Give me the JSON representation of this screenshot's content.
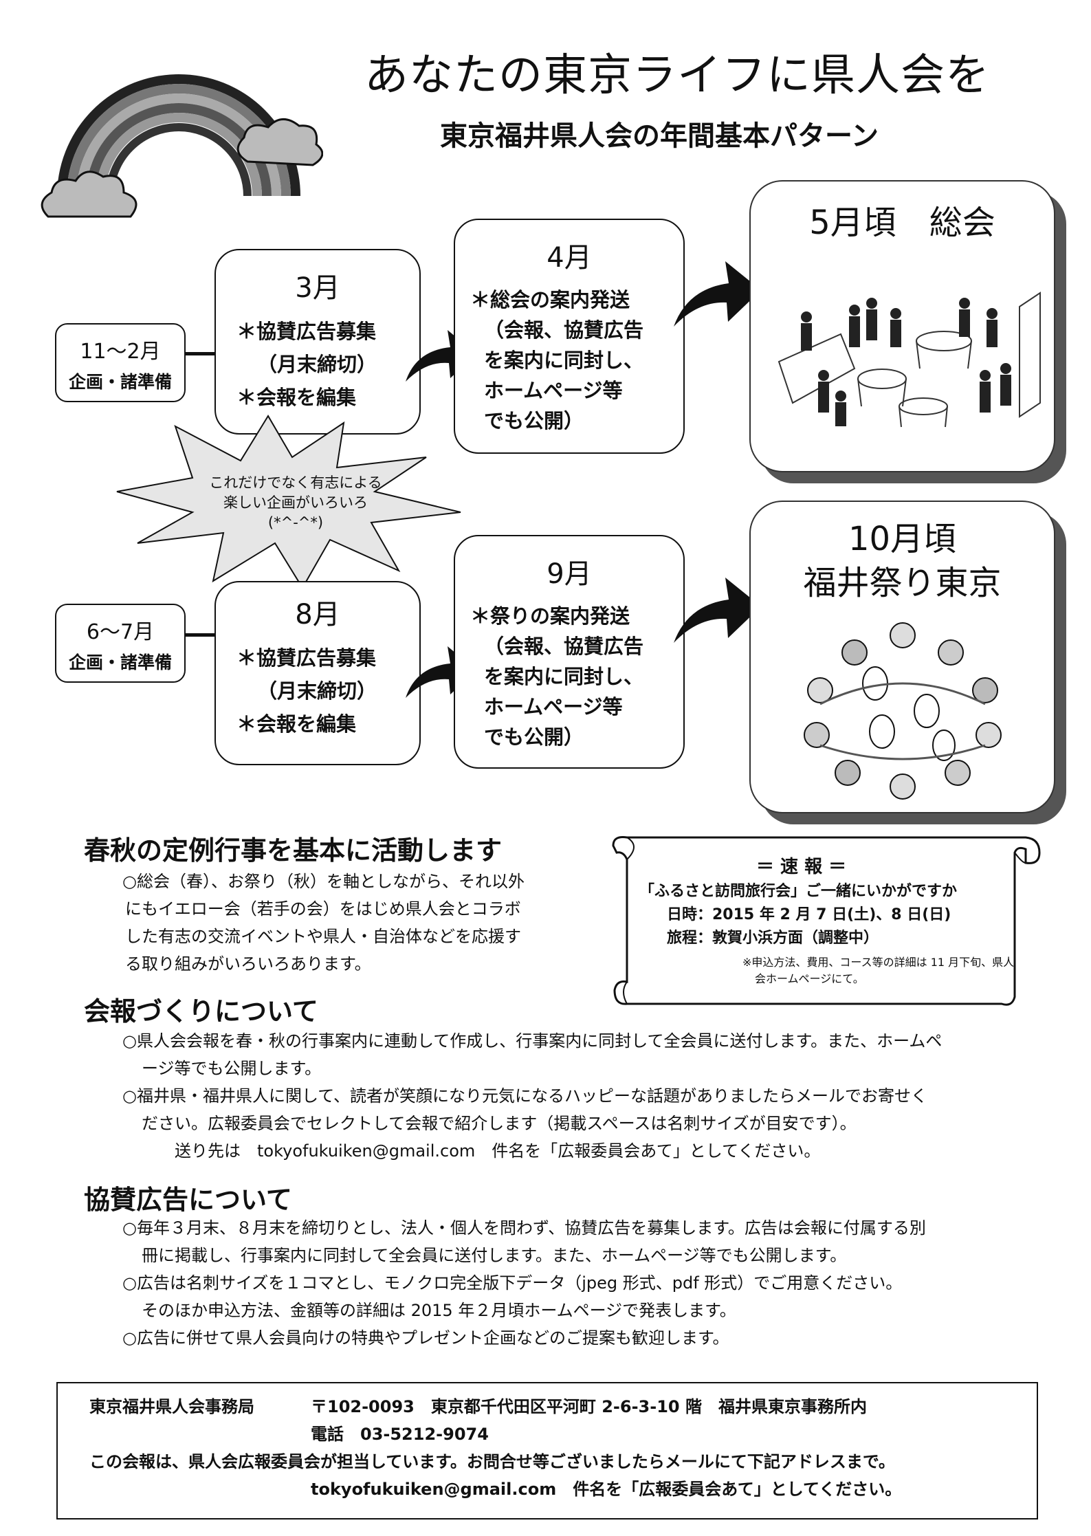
{
  "header": {
    "title": "あなたの東京ライフに県人会を",
    "subtitle": "東京福井県人会の年間基本パターン"
  },
  "flow_top": {
    "prep": {
      "period": "11～2月",
      "label": "企画・諸準備"
    },
    "march": {
      "month": "3月",
      "lines": [
        "＊協賛広告募集",
        "（月末締切）",
        "＊会報を編集"
      ]
    },
    "april": {
      "month": "4月",
      "lines": [
        "＊総会の案内発送",
        "（会報、協賛広告",
        "を案内に同封し、",
        "ホームページ等",
        "でも公開）"
      ]
    },
    "event": {
      "title": "5月頃　総会"
    }
  },
  "burst": {
    "lines": [
      "これだけでなく有志による",
      "楽しい企画がいろいろ",
      "(*^-^*)"
    ]
  },
  "flow_bottom": {
    "prep": {
      "period": "6～7月",
      "label": "企画・諸準備"
    },
    "august": {
      "month": "8月",
      "lines": [
        "＊協賛広告募集",
        "（月末締切）",
        "＊会報を編集"
      ]
    },
    "september": {
      "month": "9月",
      "lines": [
        "＊祭りの案内発送",
        "（会報、協賛広告",
        "を案内に同封し、",
        "ホームページ等",
        "でも公開）"
      ]
    },
    "event": {
      "title_lines": [
        "10月頃",
        "福井祭り東京"
      ]
    }
  },
  "scroll_notice": {
    "heading": "＝ 速 報 ＝",
    "line1": "「ふるさと訪問旅行会」ご一緒にいかがですか",
    "line2": "日時：2015 年 2 月 7 日(土)、8 日(日)",
    "line3": "旅程：敦賀小浜方面（調整中）",
    "note1": "※申込方法、費用、コース等の詳細は 11 月下旬、県人",
    "note2": "会ホームページにて。"
  },
  "section1": {
    "heading": "春秋の定例行事を基本に活動します",
    "lines": [
      "○総会（春）、お祭り（秋）を軸としながら、それ以外",
      "にもイエロー会（若手の会）をはじめ県人会とコラボ",
      "した有志の交流イベントや県人・自治体などを応援す",
      "る取り組みがいろいろあります。"
    ]
  },
  "section2": {
    "heading": "会報づくりについて",
    "lines": [
      "○県人会会報を春・秋の行事案内に連動して作成し、行事案内に同封して全会員に送付します。また、ホームペ",
      "ージ等でも公開します。",
      "○福井県・福井県人に関して、読者が笑顔になり元気になるハッピーな話題がありましたらメールでお寄せく",
      "ださい。広報委員会でセレクトして会報で紹介します（掲載スペースは名刺サイズが目安です）。",
      "送り先は　tokyofukuiken@gmail.com　件名を「広報委員会あて」としてください。"
    ]
  },
  "section3": {
    "heading": "協賛広告について",
    "lines": [
      "○毎年３月末、８月末を締切りとし、法人・個人を問わず、協賛広告を募集します。広告は会報に付属する別",
      "冊に掲載し、行事案内に同封して全会員に送付します。また、ホームページ等でも公開します。",
      "○広告は名刺サイズを１コマとし、モノクロ完全版下データ（jpeg 形式、pdf 形式）でご用意ください。",
      "そのほか申込方法、金額等の詳細は 2015 年２月頃ホームページで発表します。",
      "○広告に併せて県人会員向けの特典やプレゼント企画などのご提案も歓迎します。"
    ]
  },
  "footer": {
    "office": "東京福井県人会事務局",
    "address": "〒102-0093　東京都千代田区平河町 2-6-3-10 階　福井県東京事務所内",
    "phone": "電話　03-5212-9074",
    "note": "この会報は、県人会広報委員会が担当しています。お問合せ等ございましたらメールにて下記アドレスまで。",
    "contact": "tokyofukuiken@gmail.com　件名を「広報委員会あて」としてください。"
  }
}
